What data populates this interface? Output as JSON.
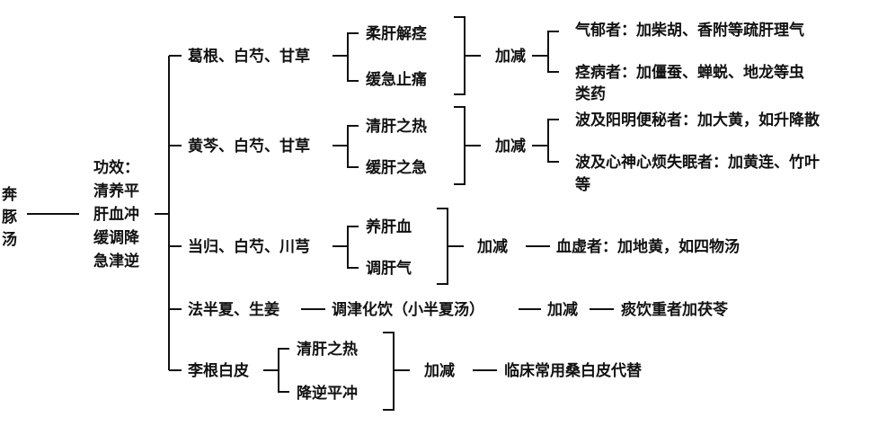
{
  "root": {
    "title": [
      "奔",
      "豚",
      "汤"
    ],
    "efficacy": [
      "功效：",
      "清养平",
      "肝血冲",
      "缓调降",
      "急津逆"
    ]
  },
  "branches": [
    {
      "herbs": "葛根、白芍、甘草",
      "effects": [
        "柔肝解痉",
        "缓急止痛"
      ],
      "modifier": "加减",
      "results": [
        "气郁者：加柴胡、香附等疏肝理气",
        "痉病者：加僵蚕、蝉蜕、地龙等虫",
        "类药"
      ]
    },
    {
      "herbs": "黄芩、白芍、甘草",
      "effects": [
        "清肝之热",
        "缓肝之急"
      ],
      "modifier": "加减",
      "results": [
        "波及阳明便秘者：加大黄，如升降散",
        "波及心神心烦失眠者：加黄连、竹叶",
        "等"
      ]
    },
    {
      "herbs": "当归、白芍、川芎",
      "effects": [
        "养肝血",
        "调肝气"
      ],
      "modifier": "加减",
      "results": [
        "血虚者：加地黄，如四物汤"
      ]
    },
    {
      "herbs": "法半夏、生姜",
      "effects": [
        "调津化饮（小半夏汤）"
      ],
      "modifier": "加减",
      "results": [
        "痰饮重者加茯苓"
      ]
    },
    {
      "herbs": "李根白皮",
      "effects": [
        "清肝之热",
        "降逆平冲"
      ],
      "modifier": "加减",
      "results": [
        "临床常用桑白皮代替"
      ]
    }
  ]
}
